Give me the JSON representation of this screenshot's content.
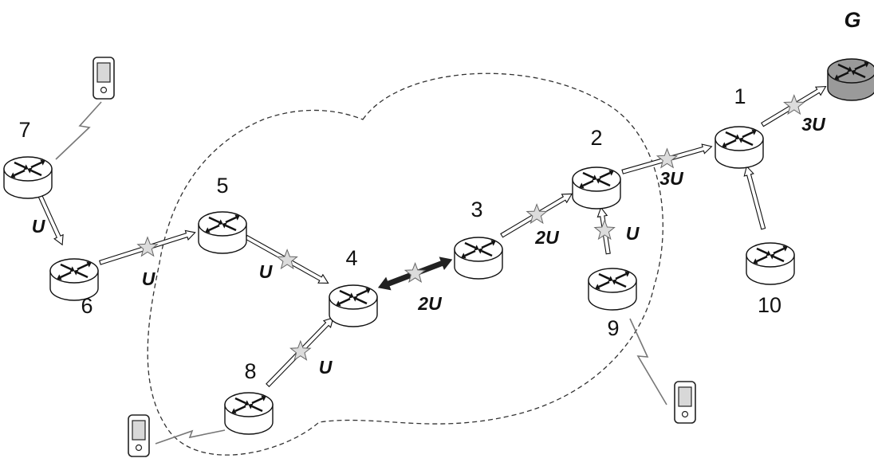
{
  "colors": {
    "ink": "#111111",
    "router_fill": "#ffffff",
    "gateway_fill": "#9a9a9a",
    "star_fill": "#dcdcdc",
    "link_fill": "#ffffff",
    "bidirectional_link": "#222222"
  },
  "icons": {
    "router": "router-icon",
    "gateway": "gateway-router-icon",
    "mobile": "mobile-phone-icon",
    "wireless": "lightning-link-icon",
    "traffic": "star-icon"
  },
  "gateway": {
    "label": "G"
  },
  "nodes": [
    {
      "id": "1",
      "label": "1"
    },
    {
      "id": "2",
      "label": "2"
    },
    {
      "id": "3",
      "label": "3"
    },
    {
      "id": "4",
      "label": "4"
    },
    {
      "id": "5",
      "label": "5"
    },
    {
      "id": "6",
      "label": "6"
    },
    {
      "id": "7",
      "label": "7"
    },
    {
      "id": "8",
      "label": "8"
    },
    {
      "id": "9",
      "label": "9"
    },
    {
      "id": "10",
      "label": "10"
    }
  ],
  "links": [
    {
      "from": "1",
      "to": "G",
      "load": "3U",
      "star": true
    },
    {
      "from": "2",
      "to": "1",
      "load": "3U",
      "star": true
    },
    {
      "from": "3",
      "to": "2",
      "load": "2U",
      "star": true
    },
    {
      "from": "4",
      "to": "3",
      "load": "2U",
      "star": true,
      "bidirectional": true
    },
    {
      "from": "5",
      "to": "4",
      "load": "U",
      "star": true
    },
    {
      "from": "6",
      "to": "5",
      "load": "U",
      "star": true
    },
    {
      "from": "7",
      "to": "6",
      "load": "U",
      "star": false
    },
    {
      "from": "8",
      "to": "4",
      "load": "U",
      "star": true
    },
    {
      "from": "9",
      "to": "2",
      "load": "U",
      "star": true
    },
    {
      "from": "10",
      "to": "1",
      "load": "",
      "star": false
    }
  ],
  "mobiles": [
    {
      "attached_to": "7"
    },
    {
      "attached_to": "8"
    },
    {
      "attached_to": "9"
    }
  ],
  "region": {
    "label": ""
  }
}
